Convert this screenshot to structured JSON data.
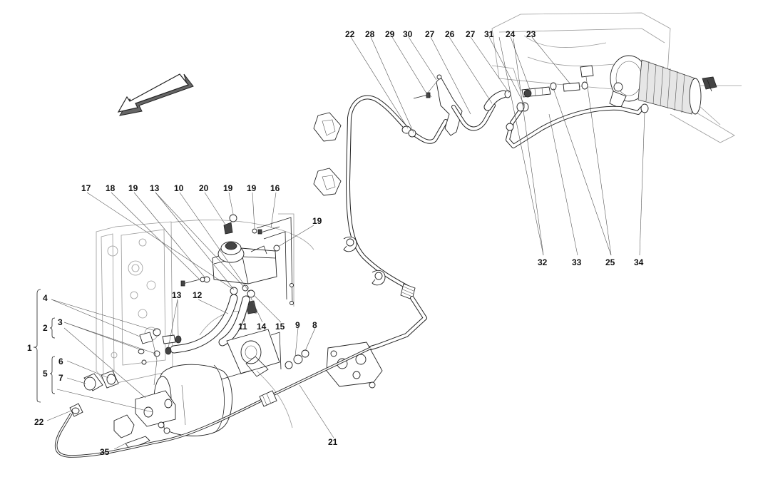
{
  "diagram": {
    "callouts": [
      {
        "id": "c22a",
        "text": "22"
      },
      {
        "id": "c28",
        "text": "28"
      },
      {
        "id": "c29",
        "text": "29"
      },
      {
        "id": "c30",
        "text": "30"
      },
      {
        "id": "c27a",
        "text": "27"
      },
      {
        "id": "c26",
        "text": "26"
      },
      {
        "id": "c27b",
        "text": "27"
      },
      {
        "id": "c31",
        "text": "31"
      },
      {
        "id": "c24",
        "text": "24"
      },
      {
        "id": "c23",
        "text": "23"
      },
      {
        "id": "c17",
        "text": "17"
      },
      {
        "id": "c18",
        "text": "18"
      },
      {
        "id": "c19a",
        "text": "19"
      },
      {
        "id": "c13a",
        "text": "13"
      },
      {
        "id": "c10",
        "text": "10"
      },
      {
        "id": "c20",
        "text": "20"
      },
      {
        "id": "c19b",
        "text": "19"
      },
      {
        "id": "c19c",
        "text": "19"
      },
      {
        "id": "c16",
        "text": "16"
      },
      {
        "id": "c19d",
        "text": "19"
      },
      {
        "id": "c4",
        "text": "4"
      },
      {
        "id": "c13b",
        "text": "13"
      },
      {
        "id": "c12",
        "text": "12"
      },
      {
        "id": "c2",
        "text": "2"
      },
      {
        "id": "c3",
        "text": "3"
      },
      {
        "id": "c11",
        "text": "11"
      },
      {
        "id": "c14",
        "text": "14"
      },
      {
        "id": "c15",
        "text": "15"
      },
      {
        "id": "c9",
        "text": "9"
      },
      {
        "id": "c8",
        "text": "8"
      },
      {
        "id": "c1",
        "text": "1"
      },
      {
        "id": "c6",
        "text": "6"
      },
      {
        "id": "c5",
        "text": "5"
      },
      {
        "id": "c7",
        "text": "7"
      },
      {
        "id": "c22b",
        "text": "22"
      },
      {
        "id": "c35",
        "text": "35"
      },
      {
        "id": "c21",
        "text": "21"
      },
      {
        "id": "c32",
        "text": "32"
      },
      {
        "id": "c33",
        "text": "33"
      },
      {
        "id": "c25",
        "text": "25"
      },
      {
        "id": "c34",
        "text": "34"
      }
    ]
  }
}
